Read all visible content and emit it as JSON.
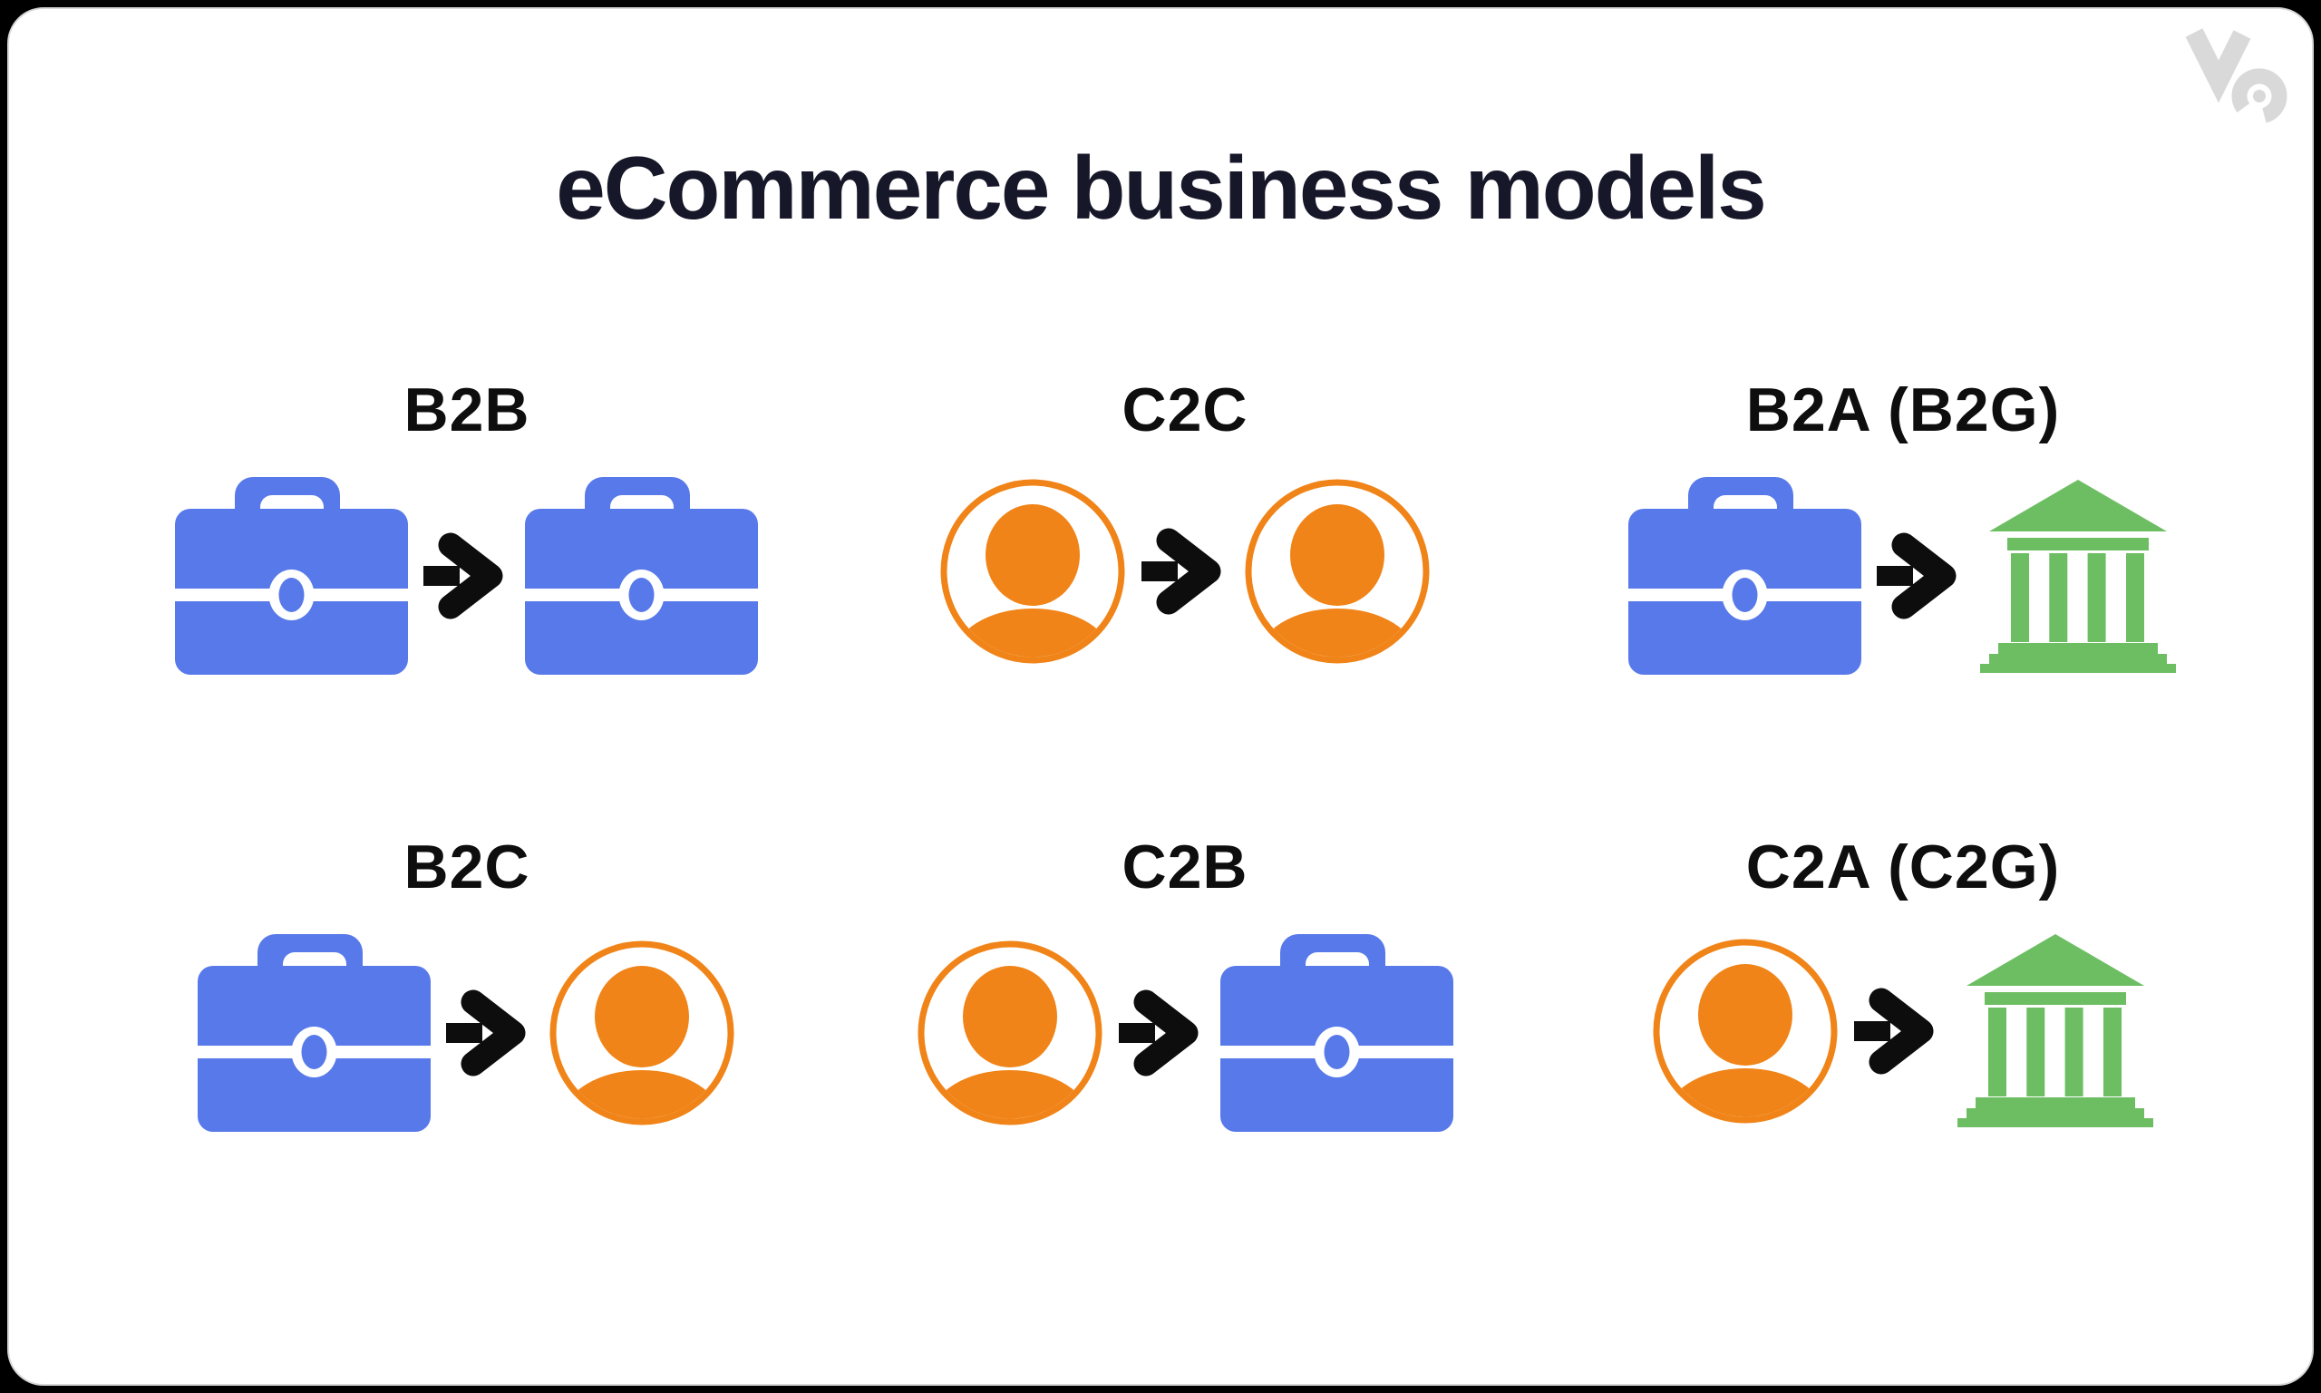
{
  "title": "eCommerce business models",
  "brand": {
    "watermark": "vc-logo"
  },
  "colors": {
    "business": "#5879e9",
    "consumer": "#f08418",
    "administration": "#6dbe62",
    "arrow": "#0d0d0d",
    "title_text": "#17172a",
    "label_text": "#0e0e0e",
    "card_bg": "#ffffff",
    "card_border": "#d6d6d6",
    "page_bg": "#000000",
    "watermark_gray": "#d9d9d9"
  },
  "panels": [
    {
      "id": "b2b",
      "label": "B2B",
      "from": "briefcase",
      "to": "briefcase"
    },
    {
      "id": "c2c",
      "label": "C2C",
      "from": "person",
      "to": "person"
    },
    {
      "id": "b2a",
      "label": "B2A (B2G)",
      "from": "briefcase",
      "to": "bank"
    },
    {
      "id": "b2c",
      "label": "B2C",
      "from": "briefcase",
      "to": "person"
    },
    {
      "id": "c2b",
      "label": "C2B",
      "from": "person",
      "to": "briefcase"
    },
    {
      "id": "c2a",
      "label": "C2A (C2G)",
      "from": "person",
      "to": "bank"
    }
  ]
}
